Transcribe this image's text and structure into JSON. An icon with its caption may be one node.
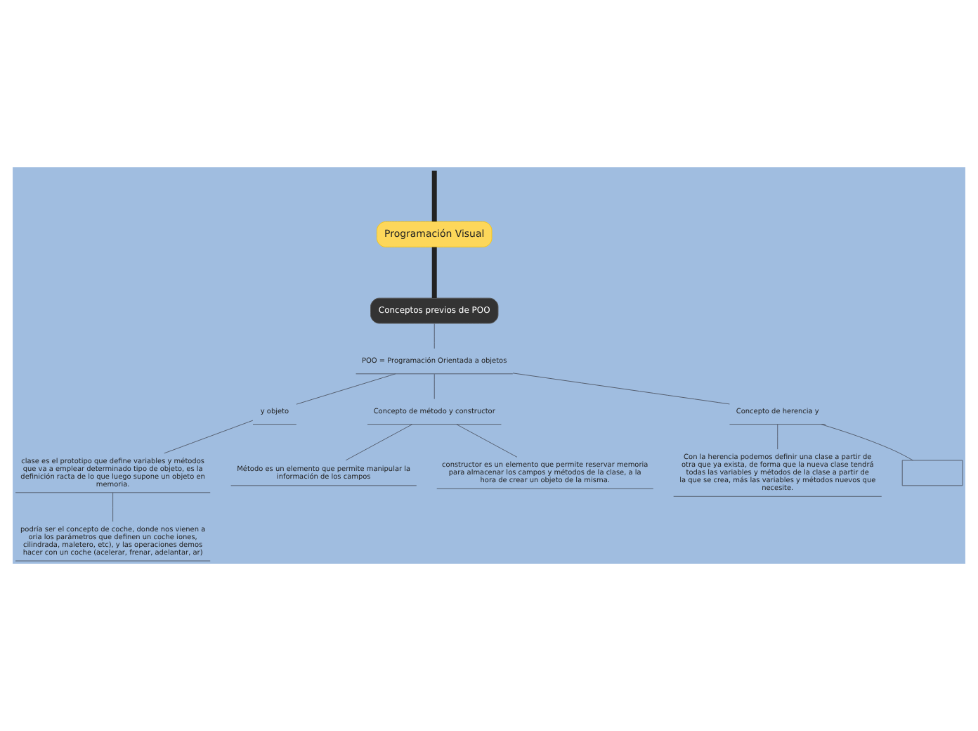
{
  "diagram": {
    "nodes": [
      {
        "text": [
          "Programación Visual"
        ]
      },
      {
        "text": [
          "Conceptos previos de POO"
        ]
      },
      {
        "text": [
          "POO = Programación Orientada a objetos"
        ]
      },
      {
        "text": [
          "y objeto"
        ]
      },
      {
        "text": [
          "clase es el prototipo que define variables y métodos que va a emplear determinado tipo de objeto, es la definición racta de lo que luego supone un objeto en memoria."
        ]
      },
      {
        "text": [
          "podría ser el concepto de coche, donde nos vienen a oria los parámetros que definen un coche iones, cilindrada, maletero, etc), y las operaciones demos hacer con un coche (acelerar, frenar, adelantar, ar)"
        ]
      },
      {
        "text": [
          "Concepto de método y constructor"
        ]
      },
      {
        "text": [
          "Método es un elemento que permite manipular la información de los campos"
        ]
      },
      {
        "text": [
          "constructor es un elemento que permite reservar memoria para almacenar los campos y métodos de la clase, a la hora de crear un objeto de la misma."
        ]
      },
      {
        "text": [
          "Concepto de herencia y"
        ]
      },
      {
        "text": [
          "Con la herencia podemos definir una clase a partir de otra que ya exista, de forma que la nueva clase tendrá todas las variables y métodos de la clase a partir de la que se crea, más las variables y métodos nuevos que necesite."
        ]
      },
      {
        "text": [],
        "shape": "box"
      }
    ],
    "edges": [
      {
        "from": null,
        "to": 0,
        "arrow": "none",
        "style": "thick"
      },
      {
        "from": 0,
        "to": 1,
        "arrow": "none",
        "style": "thick"
      },
      {
        "from": 1,
        "to": 2,
        "arrow": "none"
      },
      {
        "from": 2,
        "to": 3,
        "arrow": "none"
      },
      {
        "from": 2,
        "to": 6,
        "arrow": "none"
      },
      {
        "from": 2,
        "to": 9,
        "arrow": "none"
      },
      {
        "from": 3,
        "to": 4,
        "arrow": "none"
      },
      {
        "from": 4,
        "to": 5,
        "arrow": "none"
      },
      {
        "from": 6,
        "to": 7,
        "arrow": "none"
      },
      {
        "from": 6,
        "to": 8,
        "arrow": "none"
      },
      {
        "from": 9,
        "to": 10,
        "arrow": "none"
      },
      {
        "from": 9,
        "to": 11,
        "arrow": "none"
      }
    ]
  }
}
